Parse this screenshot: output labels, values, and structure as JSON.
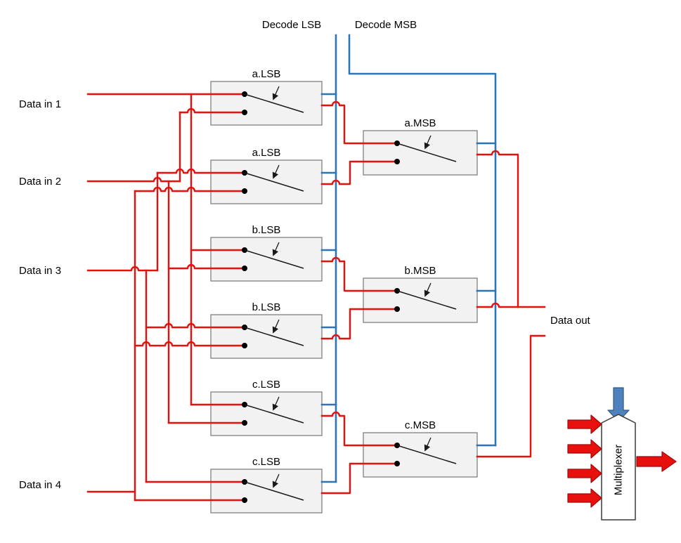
{
  "diagram": {
    "decode_lsb_label": "Decode LSB",
    "decode_msb_label": "Decode MSB",
    "data_inputs": [
      "Data in 1",
      "Data in 2",
      "Data in 3",
      "Data in 4"
    ],
    "data_out_label": "Data out",
    "lsb_switches": [
      "a.LSB",
      "a.LSB",
      "b.LSB",
      "b.LSB",
      "c.LSB",
      "c.LSB"
    ],
    "msb_switches": [
      "a.MSB",
      "b.MSB",
      "c.MSB"
    ],
    "mux_icon_label": "Multiplexer",
    "icons": {
      "select_arrow": "down-block-arrow",
      "input_arrows": "right-block-arrow",
      "output_arrow": "right-block-arrow",
      "switch_control": "small-down-arrow"
    },
    "colors": {
      "wire_red": "#e8100c",
      "control_blue": "#2e75b6",
      "box_fill": "#f2f2f2",
      "box_stroke": "#7f7f7f",
      "arrow_red": "#e8100c",
      "arrow_blue": "#4f81bd"
    }
  }
}
